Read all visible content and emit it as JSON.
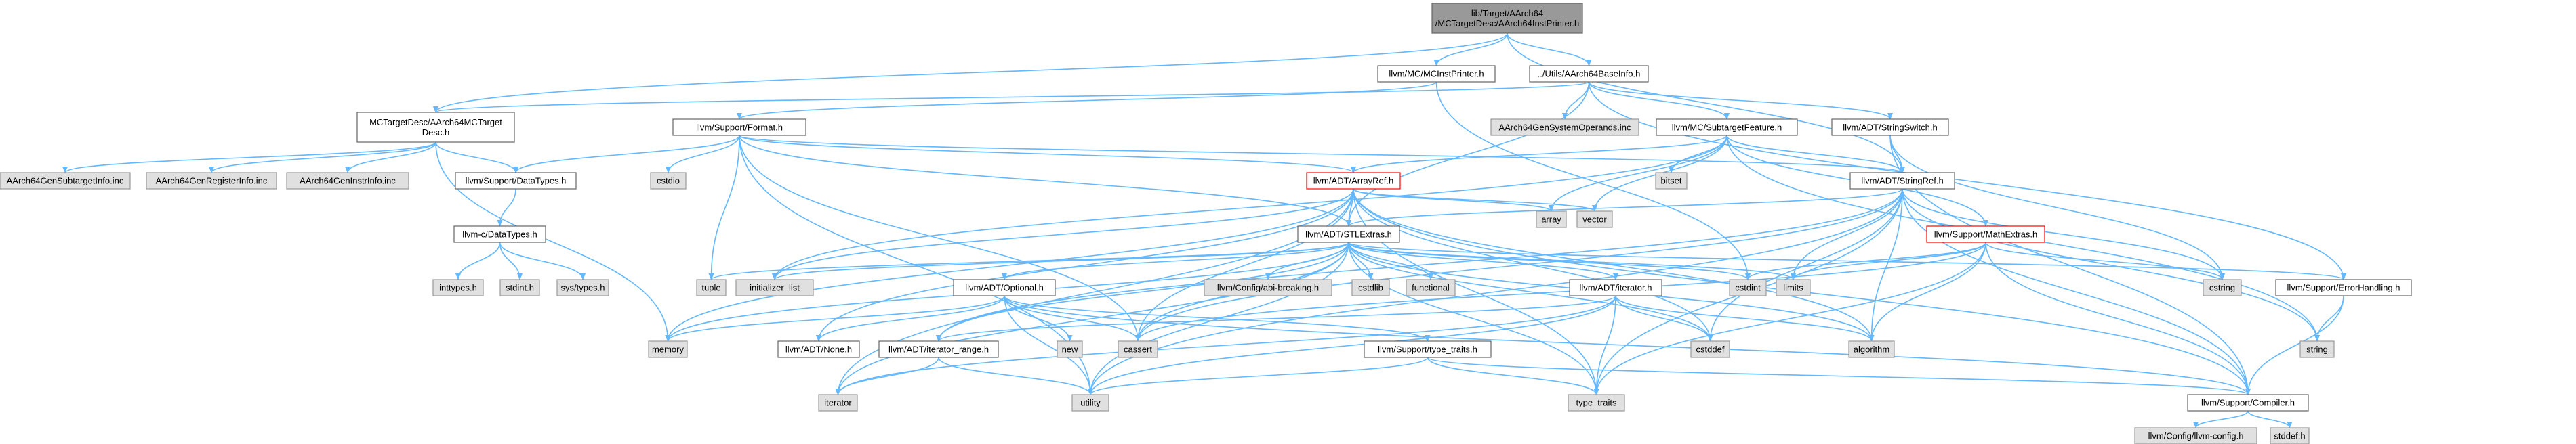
{
  "colors": {
    "root_fill": "#999999",
    "node_fill": "#ffffff",
    "node_stroke": "#666666",
    "system_fill": "#e0e0e0",
    "system_stroke": "#999999",
    "highlight_stroke": "#ff0000",
    "edge": "#63b8ff"
  },
  "diagram": {
    "nodes": [
      {
        "id": "root",
        "label": [
          "lib/Target/AArch64",
          "/MCTargetDesc/AArch64InstPrinter.h"
        ],
        "kind": "root"
      },
      {
        "id": "mcinstprinter",
        "label": [
          "llvm/MC/MCInstPrinter.h"
        ],
        "kind": "normal"
      },
      {
        "id": "baseinfo",
        "label": [
          "../Utils/AArch64BaseInfo.h"
        ],
        "kind": "normal"
      },
      {
        "id": "mctargetdesc",
        "label": [
          "MCTargetDesc/AArch64MCTarget",
          "Desc.h"
        ],
        "kind": "normal"
      },
      {
        "id": "format",
        "label": [
          "llvm/Support/Format.h"
        ],
        "kind": "normal"
      },
      {
        "id": "sysoperands",
        "label": [
          "AArch64GenSystemOperands.inc"
        ],
        "kind": "system"
      },
      {
        "id": "subtargetfeature",
        "label": [
          "llvm/MC/SubtargetFeature.h"
        ],
        "kind": "normal"
      },
      {
        "id": "stringswitch",
        "label": [
          "llvm/ADT/StringSwitch.h"
        ],
        "kind": "normal"
      },
      {
        "id": "subtargetinfo",
        "label": [
          "AArch64GenSubtargetInfo.inc"
        ],
        "kind": "system"
      },
      {
        "id": "registerinfo",
        "label": [
          "AArch64GenRegisterInfo.inc"
        ],
        "kind": "system"
      },
      {
        "id": "instrinfo",
        "label": [
          "AArch64GenInstrInfo.inc"
        ],
        "kind": "system"
      },
      {
        "id": "datatypes",
        "label": [
          "llvm/Support/DataTypes.h"
        ],
        "kind": "normal"
      },
      {
        "id": "cstdio",
        "label": [
          "cstdio"
        ],
        "kind": "system"
      },
      {
        "id": "arrayref",
        "label": [
          "llvm/ADT/ArrayRef.h"
        ],
        "kind": "highlight"
      },
      {
        "id": "bitset",
        "label": [
          "bitset"
        ],
        "kind": "system"
      },
      {
        "id": "stringref",
        "label": [
          "llvm/ADT/StringRef.h"
        ],
        "kind": "normal"
      },
      {
        "id": "cdatatypes",
        "label": [
          "llvm-c/DataTypes.h"
        ],
        "kind": "normal"
      },
      {
        "id": "array",
        "label": [
          "array"
        ],
        "kind": "system"
      },
      {
        "id": "vector",
        "label": [
          "vector"
        ],
        "kind": "system"
      },
      {
        "id": "mathextras",
        "label": [
          "llvm/Support/MathExtras.h"
        ],
        "kind": "highlight"
      },
      {
        "id": "stlextras",
        "label": [
          "llvm/ADT/STLExtras.h"
        ],
        "kind": "normal"
      },
      {
        "id": "inttypes",
        "label": [
          "inttypes.h"
        ],
        "kind": "system"
      },
      {
        "id": "stdint",
        "label": [
          "stdint.h"
        ],
        "kind": "system"
      },
      {
        "id": "systypes",
        "label": [
          "sys/types.h"
        ],
        "kind": "system"
      },
      {
        "id": "tuple",
        "label": [
          "tuple"
        ],
        "kind": "system"
      },
      {
        "id": "initlist",
        "label": [
          "initializer_list"
        ],
        "kind": "system"
      },
      {
        "id": "abibreaking",
        "label": [
          "llvm/Config/abi-breaking.h"
        ],
        "kind": "system"
      },
      {
        "id": "cstdlib",
        "label": [
          "cstdlib"
        ],
        "kind": "system"
      },
      {
        "id": "functional",
        "label": [
          "functional"
        ],
        "kind": "system"
      },
      {
        "id": "cstdint",
        "label": [
          "cstdint"
        ],
        "kind": "system"
      },
      {
        "id": "limits",
        "label": [
          "limits"
        ],
        "kind": "system"
      },
      {
        "id": "cstring",
        "label": [
          "cstring"
        ],
        "kind": "system"
      },
      {
        "id": "errorhandling",
        "label": [
          "llvm/Support/ErrorHandling.h"
        ],
        "kind": "normal"
      },
      {
        "id": "optional",
        "label": [
          "llvm/ADT/Optional.h"
        ],
        "kind": "normal"
      },
      {
        "id": "iteratorh",
        "label": [
          "llvm/ADT/iterator.h"
        ],
        "kind": "normal"
      },
      {
        "id": "memory",
        "label": [
          "memory"
        ],
        "kind": "system"
      },
      {
        "id": "noneh",
        "label": [
          "llvm/ADT/None.h"
        ],
        "kind": "normal"
      },
      {
        "id": "iterrange",
        "label": [
          "llvm/ADT/iterator_range.h"
        ],
        "kind": "normal"
      },
      {
        "id": "new",
        "label": [
          "new"
        ],
        "kind": "system"
      },
      {
        "id": "cassert",
        "label": [
          "cassert"
        ],
        "kind": "system"
      },
      {
        "id": "cstddef",
        "label": [
          "cstddef"
        ],
        "kind": "system"
      },
      {
        "id": "algorithm",
        "label": [
          "algorithm"
        ],
        "kind": "system"
      },
      {
        "id": "typetraitsh",
        "label": [
          "llvm/Support/type_traits.h"
        ],
        "kind": "normal"
      },
      {
        "id": "string",
        "label": [
          "string"
        ],
        "kind": "system"
      },
      {
        "id": "iterator",
        "label": [
          "iterator"
        ],
        "kind": "system"
      },
      {
        "id": "utility",
        "label": [
          "utility"
        ],
        "kind": "system"
      },
      {
        "id": "typetraits",
        "label": [
          "type_traits"
        ],
        "kind": "system"
      },
      {
        "id": "compiler",
        "label": [
          "llvm/Support/Compiler.h"
        ],
        "kind": "normal"
      },
      {
        "id": "llvmconfig",
        "label": [
          "llvm/Config/llvm-config.h"
        ],
        "kind": "system"
      },
      {
        "id": "stddef",
        "label": [
          "stddef.h"
        ],
        "kind": "system"
      }
    ],
    "edges": [
      [
        "root",
        "mcinstprinter"
      ],
      [
        "root",
        "baseinfo"
      ],
      [
        "root",
        "mctargetdesc"
      ],
      [
        "root",
        "stringref"
      ],
      [
        "mcinstprinter",
        "format"
      ],
      [
        "mcinstprinter",
        "cstdint"
      ],
      [
        "baseinfo",
        "mctargetdesc"
      ],
      [
        "baseinfo",
        "sysoperands"
      ],
      [
        "baseinfo",
        "subtargetfeature"
      ],
      [
        "baseinfo",
        "stringswitch"
      ],
      [
        "baseinfo",
        "stlextras"
      ],
      [
        "baseinfo",
        "errorhandling"
      ],
      [
        "mctargetdesc",
        "subtargetinfo"
      ],
      [
        "mctargetdesc",
        "registerinfo"
      ],
      [
        "mctargetdesc",
        "instrinfo"
      ],
      [
        "mctargetdesc",
        "datatypes"
      ],
      [
        "mctargetdesc",
        "memory"
      ],
      [
        "format",
        "arrayref"
      ],
      [
        "format",
        "stlextras"
      ],
      [
        "format",
        "stringref"
      ],
      [
        "format",
        "datatypes"
      ],
      [
        "format",
        "cstdio"
      ],
      [
        "format",
        "tuple"
      ],
      [
        "format",
        "cassert"
      ],
      [
        "format",
        "utility"
      ],
      [
        "subtargetfeature",
        "arrayref"
      ],
      [
        "subtargetfeature",
        "stringref"
      ],
      [
        "subtargetfeature",
        "mathextras"
      ],
      [
        "subtargetfeature",
        "array"
      ],
      [
        "subtargetfeature",
        "bitset"
      ],
      [
        "subtargetfeature",
        "initlist"
      ],
      [
        "subtargetfeature",
        "string"
      ],
      [
        "subtargetfeature",
        "vector"
      ],
      [
        "stringswitch",
        "stringref"
      ],
      [
        "stringswitch",
        "compiler"
      ],
      [
        "stringswitch",
        "cstring"
      ],
      [
        "datatypes",
        "cdatatypes"
      ],
      [
        "cdatatypes",
        "inttypes"
      ],
      [
        "cdatatypes",
        "stdint"
      ],
      [
        "cdatatypes",
        "systypes"
      ],
      [
        "arrayref",
        "stlextras"
      ],
      [
        "arrayref",
        "memory"
      ],
      [
        "arrayref",
        "iterator"
      ],
      [
        "arrayref",
        "array"
      ],
      [
        "arrayref",
        "vector"
      ],
      [
        "arrayref",
        "initlist"
      ],
      [
        "arrayref",
        "noneh"
      ],
      [
        "arrayref",
        "cassert"
      ],
      [
        "arrayref",
        "cstddef"
      ],
      [
        "arrayref",
        "algorithm"
      ],
      [
        "arrayref",
        "typetraits"
      ],
      [
        "arrayref",
        "compiler"
      ],
      [
        "stringref",
        "stlextras"
      ],
      [
        "stringref",
        "iterrange"
      ],
      [
        "stringref",
        "compiler"
      ],
      [
        "stringref",
        "algorithm"
      ],
      [
        "stringref",
        "cassert"
      ],
      [
        "stringref",
        "cstddef"
      ],
      [
        "stringref",
        "cstring"
      ],
      [
        "stringref",
        "limits"
      ],
      [
        "stringref",
        "string"
      ],
      [
        "stringref",
        "typetraits"
      ],
      [
        "stringref",
        "utility"
      ],
      [
        "mathextras",
        "compiler"
      ],
      [
        "mathextras",
        "cassert"
      ],
      [
        "mathextras",
        "climits"
      ],
      [
        "mathextras",
        "cstdint"
      ],
      [
        "mathextras",
        "cstring"
      ],
      [
        "mathextras",
        "limits"
      ],
      [
        "mathextras",
        "typetraits"
      ],
      [
        "mathextras",
        "algorithm"
      ],
      [
        "stlextras",
        "optional"
      ],
      [
        "stlextras",
        "iteratorh"
      ],
      [
        "stlextras",
        "iterrange"
      ],
      [
        "stlextras",
        "abibreaking"
      ],
      [
        "stlextras",
        "errorhandling"
      ],
      [
        "stlextras",
        "algorithm"
      ],
      [
        "stlextras",
        "cassert"
      ],
      [
        "stlextras",
        "cstddef"
      ],
      [
        "stlextras",
        "cstdint"
      ],
      [
        "stlextras",
        "cstdlib"
      ],
      [
        "stlextras",
        "functional"
      ],
      [
        "stlextras",
        "initlist"
      ],
      [
        "stlextras",
        "iterator"
      ],
      [
        "stlextras",
        "limits"
      ],
      [
        "stlextras",
        "memory"
      ],
      [
        "stlextras",
        "tuple"
      ],
      [
        "stlextras",
        "typetraits"
      ],
      [
        "stlextras",
        "utility"
      ],
      [
        "optional",
        "noneh"
      ],
      [
        "optional",
        "compiler"
      ],
      [
        "optional",
        "typetraitsh"
      ],
      [
        "optional",
        "cassert"
      ],
      [
        "optional",
        "memory"
      ],
      [
        "optional",
        "new"
      ],
      [
        "optional",
        "utility"
      ],
      [
        "iteratorh",
        "iterrange"
      ],
      [
        "iteratorh",
        "algorithm"
      ],
      [
        "iteratorh",
        "cstddef"
      ],
      [
        "iteratorh",
        "iterator"
      ],
      [
        "iteratorh",
        "typetraits"
      ],
      [
        "iteratorh",
        "utility"
      ],
      [
        "iterrange",
        "iterator"
      ],
      [
        "iterrange",
        "utility"
      ],
      [
        "typetraitsh",
        "compiler"
      ],
      [
        "typetraitsh",
        "typetraits"
      ],
      [
        "typetraitsh",
        "utility"
      ],
      [
        "errorhandling",
        "compiler"
      ],
      [
        "errorhandling",
        "string"
      ],
      [
        "compiler",
        "llvmconfig"
      ],
      [
        "compiler",
        "stddef"
      ]
    ]
  }
}
